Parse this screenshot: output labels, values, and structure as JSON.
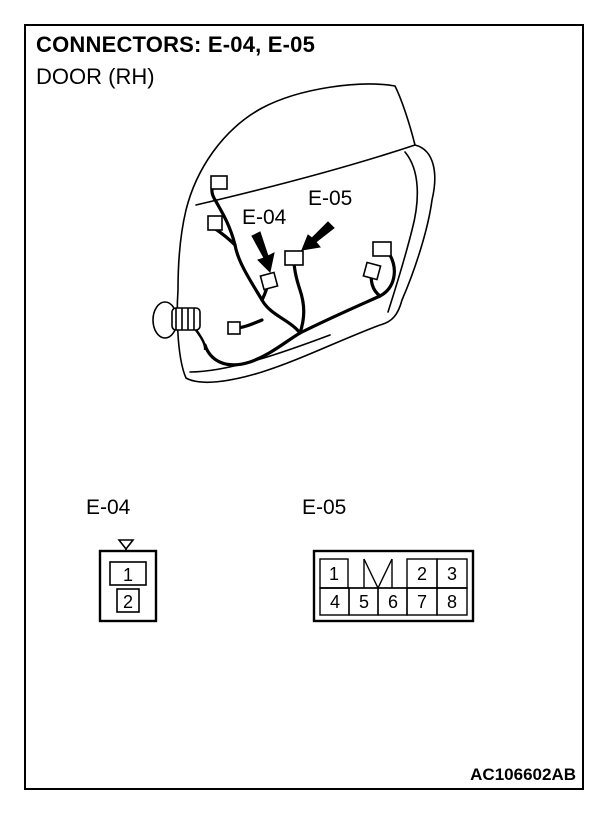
{
  "title": "CONNECTORS: E-04, E-05",
  "subtitle": "DOOR (RH)",
  "callouts": {
    "left": "E-04",
    "right": "E-05"
  },
  "connectors": {
    "e04": {
      "label": "E-04",
      "pins": [
        "1",
        "2"
      ]
    },
    "e05": {
      "label": "E-05",
      "pins_top": [
        "1",
        "2",
        "3"
      ],
      "pins_bottom": [
        "4",
        "5",
        "6",
        "7",
        "8"
      ]
    }
  },
  "figure_code": "AC106602AB"
}
